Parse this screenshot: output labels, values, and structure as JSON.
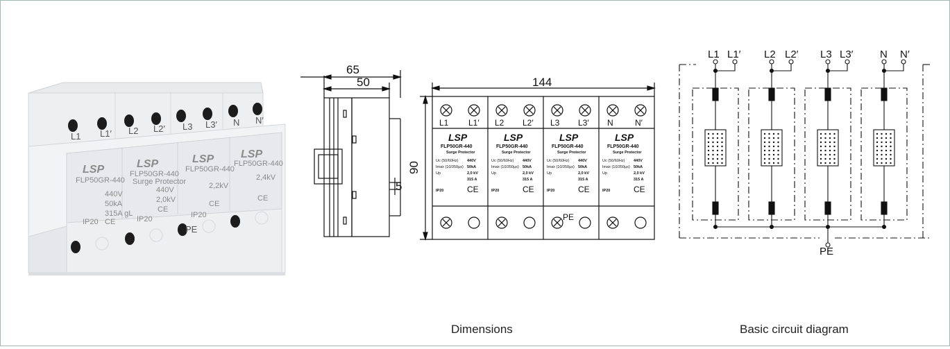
{
  "captions": {
    "dimensions": "Dimensions",
    "circuit": "Basic circuit diagram"
  },
  "dimensions": {
    "width_total": "65",
    "width_inner": "50",
    "height": "90",
    "depth_small": "5",
    "front_width": "144"
  },
  "product": {
    "logo": "LSP",
    "model": "FLP50GR-440",
    "subtitle": "Surge Protector",
    "voltage": "440V",
    "current": "50kA",
    "protection_level": "2,0 kV",
    "fuse": "315 A",
    "ip": "IP20",
    "ce": "CE",
    "pe": "PE",
    "uc_label": "Uc (50/60Hz)",
    "imax_label": "Imax (10/350µs)",
    "up_label": "Up"
  },
  "modules": [
    {
      "top_left": "L1",
      "top_right": "L1′"
    },
    {
      "top_left": "L2",
      "top_right": "L2′"
    },
    {
      "top_left": "L3",
      "top_right": "L3′"
    },
    {
      "top_left": "N",
      "top_right": "N′"
    }
  ],
  "photo": {
    "terminals": [
      "L1",
      "L1′",
      "L2",
      "L2′",
      "L3",
      "L3′",
      "N",
      "N′"
    ],
    "pe": "PE",
    "voltage": "440V",
    "current": "50kA",
    "kv_a": "2,0kV",
    "kv_b": "2,2kV",
    "kv_c": "2,4kV",
    "fuse": "315A gL"
  },
  "circuit": {
    "terminals": [
      "L1",
      "L1′",
      "L2",
      "L2′",
      "L3",
      "L3′",
      "N",
      "N′"
    ],
    "pe": "PE"
  }
}
